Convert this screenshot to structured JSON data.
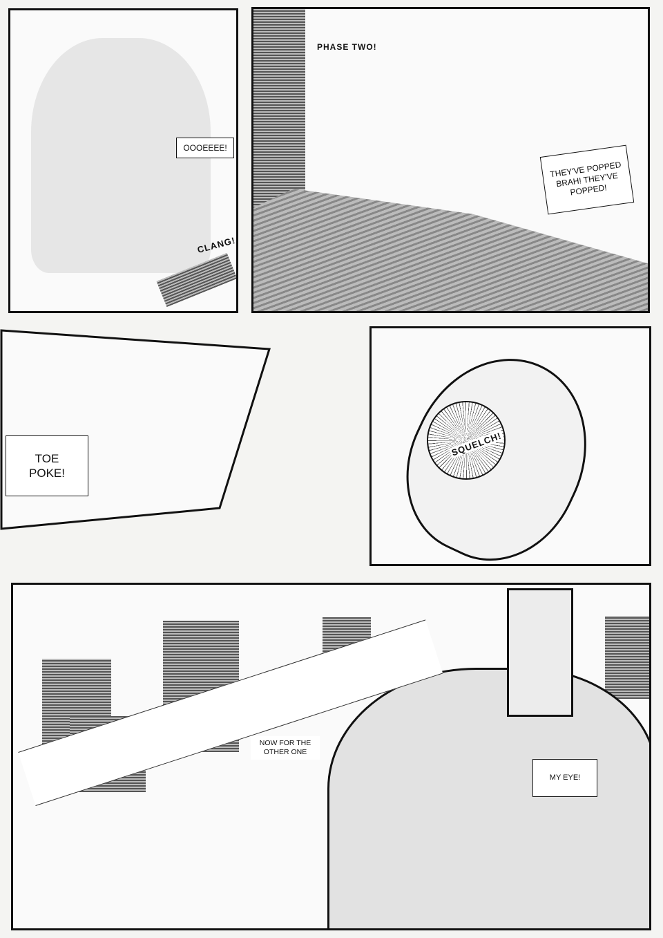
{
  "panels": [
    {
      "id": 1,
      "captions": {
        "scream": "OOOEEEE!",
        "sfx": "CLANG!"
      }
    },
    {
      "id": 2,
      "captions": {
        "shout": "PHASE TWO!",
        "speech": "THEY'VE POPPED BRAH! THEY'VE POPPED!"
      }
    },
    {
      "id": 3,
      "captions": {
        "speech": "TOE POKE!"
      }
    },
    {
      "id": 4,
      "captions": {
        "sfx": "SQUELCH!"
      }
    },
    {
      "id": 5,
      "captions": {
        "speech_small": "NOW FOR THE OTHER ONE",
        "speech_giant": "MY EYE!"
      }
    }
  ],
  "colors": {
    "ink": "#111111",
    "paper": "#f4f4f2",
    "tone": "#9a9a9a"
  }
}
